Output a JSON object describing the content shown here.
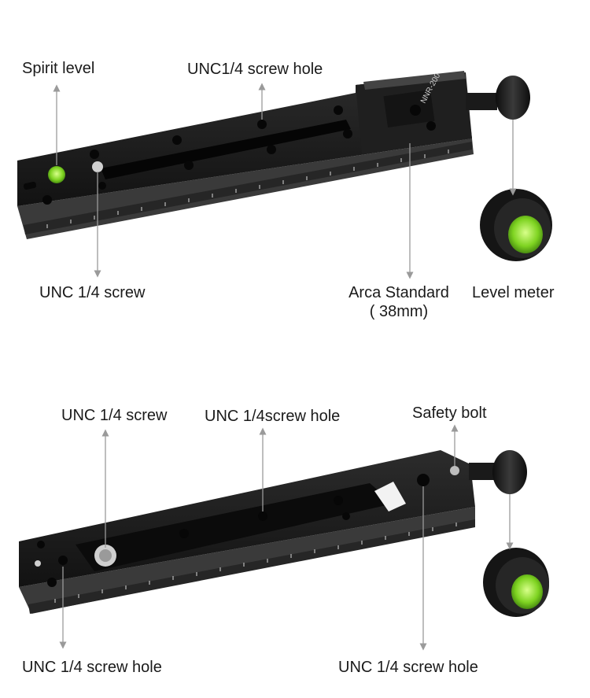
{
  "top_panel": {
    "labels": {
      "spirit_level": "Spirit level",
      "unc_screw_hole": "UNC1/4 screw hole",
      "unc_screw": "UNC 1/4 screw",
      "arca_standard": "Arca Standard",
      "arca_width": "( 38mm)",
      "level_meter": "Level meter"
    },
    "engraving": "NNR-200"
  },
  "bottom_panel": {
    "labels": {
      "unc_screw": "UNC 1/4 screw",
      "unc_screw_hole_center": "UNC 1/4screw hole",
      "safety_bolt": "Safety bolt",
      "unc_screw_hole_left": "UNC 1/4 screw hole",
      "unc_screw_hole_right": "UNC 1/4 screw hole"
    }
  },
  "colors": {
    "plate": "#1b1b1b",
    "plate_edge": "#3a3a3a",
    "bubble": "#7ed321",
    "pointer": "#9a9a9a",
    "text": "#1a1a1a"
  }
}
